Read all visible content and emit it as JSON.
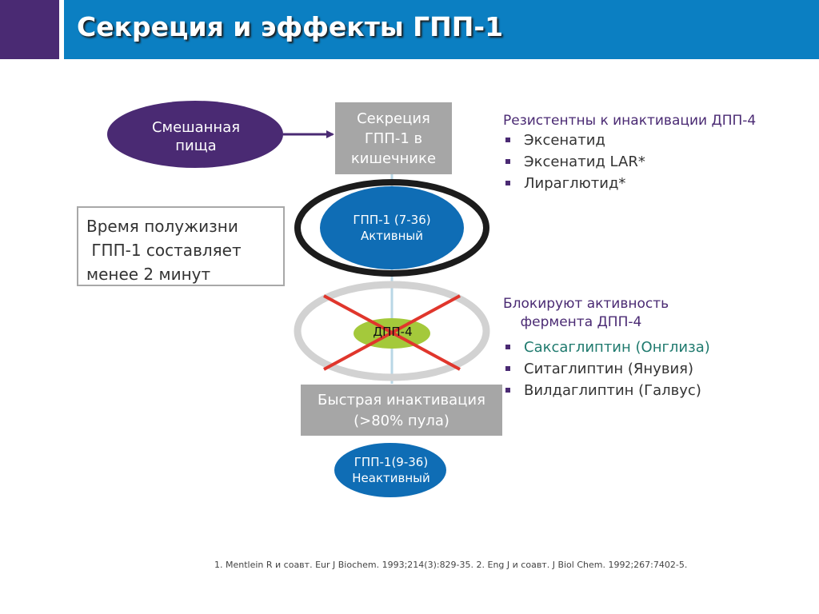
{
  "title": "Секреция и эффекты ГПП-1",
  "food": [
    "Смешанная",
    "пища"
  ],
  "secretion": [
    "Секреция",
    "ГПП-1 в",
    "кишечнике"
  ],
  "active": [
    "ГПП-1 (7-36)",
    "Активный"
  ],
  "dpp4_label": "ДПП-4",
  "inactivation": [
    "Быстрая инактивация",
    "(>80% пула)"
  ],
  "inactive": [
    "ГПП-1(9-36)",
    "Неактивный"
  ],
  "halflife": "Время полужизни\n ГПП-1 составляет\nменее 2 минут",
  "resistant": {
    "heading": "Резистентны к инактивации ДПП-4",
    "items": [
      "Эксенатид",
      "Эксенатид LAR*",
      "Лираглютид*"
    ]
  },
  "blockers": {
    "heading": "Блокируют активность\n    фермента ДПП-4",
    "items": [
      "Саксаглиптин (Онглиза)",
      "Ситаглиптин (Янувия)",
      "Вилдаглиптин (Галвус)"
    ]
  },
  "reference": "1. Mentlein R и соавт. Eur J Biochem. 1993;214(3):829-35. 2. Eng J и соавт. J Biol Chem. 1992;267:7402-5.",
  "colors": {
    "title_bar": "#0b7fc2",
    "title_accent": "#4a2a73",
    "food_ellipse": "#4a2a73",
    "active_ellipse": "#0f6db5",
    "gray_box": "#a6a6a6",
    "dpp4_ellipse": "#a4c93b",
    "cross": "#e0362c"
  }
}
